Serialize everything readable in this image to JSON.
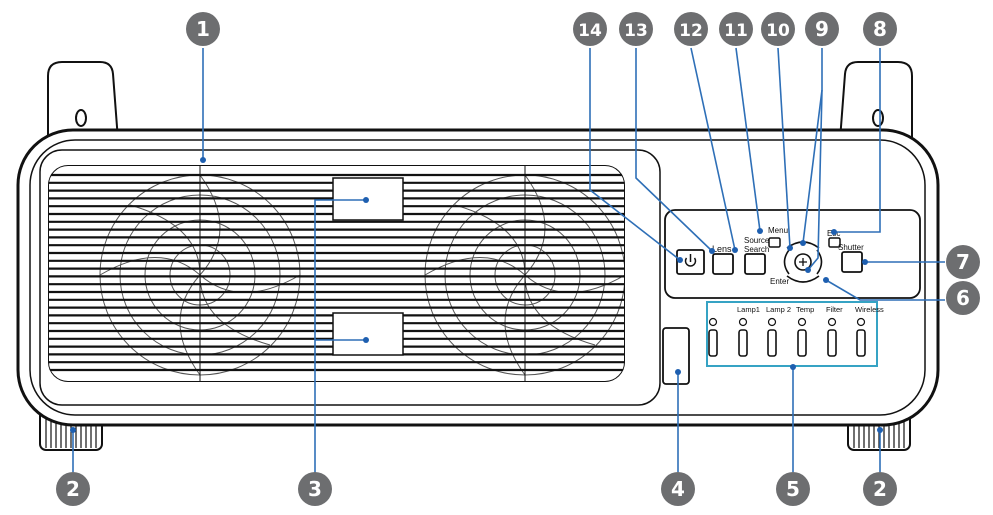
{
  "figure": {
    "callouts": [
      {
        "id": "1",
        "label": "1"
      },
      {
        "id": "2",
        "label": "2"
      },
      {
        "id": "3",
        "label": "3"
      },
      {
        "id": "4",
        "label": "4"
      },
      {
        "id": "5",
        "label": "5"
      },
      {
        "id": "6",
        "label": "6"
      },
      {
        "id": "7",
        "label": "7"
      },
      {
        "id": "8",
        "label": "8"
      },
      {
        "id": "9",
        "label": "9"
      },
      {
        "id": "10",
        "label": "10"
      },
      {
        "id": "11",
        "label": "11"
      },
      {
        "id": "12",
        "label": "12"
      },
      {
        "id": "13",
        "label": "13"
      },
      {
        "id": "14",
        "label": "14"
      }
    ],
    "buttons": {
      "power": "",
      "lens": "Lens",
      "source_search_line1": "Source",
      "source_search_line2": "Search",
      "menu": "Menu",
      "enter": "Enter",
      "esc": "Esc",
      "shutter": "Shutter"
    },
    "indicators": [
      {
        "label": ""
      },
      {
        "label": "Lamp1"
      },
      {
        "label": "Lamp 2"
      },
      {
        "label": "Temp"
      },
      {
        "label": "Filter"
      },
      {
        "label": "Wireless"
      }
    ],
    "colors": {
      "callout_fill": "#6d6e70",
      "leader_line": "#2e6fb7",
      "indicator_box": "#36a3c4",
      "outline": "#111111"
    }
  }
}
